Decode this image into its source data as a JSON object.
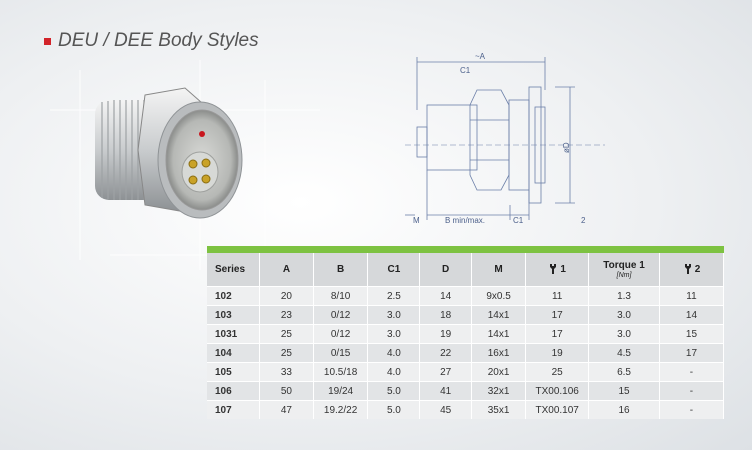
{
  "title": "DEU / DEE Body Styles",
  "colors": {
    "accent": "#d2232a",
    "table_bar": "#7dc241",
    "header_bg": "#d6d8da"
  },
  "drawing_labels": {
    "a": "~A",
    "c1": "C1",
    "d": "øD",
    "m": "M",
    "b": "B min/max.",
    "c1_bottom": "C1",
    "wrench2": "2"
  },
  "table": {
    "headers": {
      "series": "Series",
      "a": "A",
      "b": "B",
      "c1": "C1",
      "d": "D",
      "m": "M",
      "wrench1": "1",
      "torque1": "Torque 1",
      "torque1_unit": "[Nm]",
      "wrench2": "2"
    },
    "rows": [
      [
        "102",
        "20",
        "8/10",
        "2.5",
        "14",
        "9x0.5",
        "11",
        "1.3",
        "11"
      ],
      [
        "103",
        "23",
        "0/12",
        "3.0",
        "18",
        "14x1",
        "17",
        "3.0",
        "14"
      ],
      [
        "1031",
        "25",
        "0/12",
        "3.0",
        "19",
        "14x1",
        "17",
        "3.0",
        "15"
      ],
      [
        "104",
        "25",
        "0/15",
        "4.0",
        "22",
        "16x1",
        "19",
        "4.5",
        "17"
      ],
      [
        "105",
        "33",
        "10.5/18",
        "4.0",
        "27",
        "20x1",
        "25",
        "6.5",
        "-"
      ],
      [
        "106",
        "50",
        "19/24",
        "5.0",
        "41",
        "32x1",
        "TX00.106",
        "15",
        "-"
      ],
      [
        "107",
        "47",
        "19.2/22",
        "5.0",
        "45",
        "35x1",
        "TX00.107",
        "16",
        "-"
      ]
    ]
  }
}
